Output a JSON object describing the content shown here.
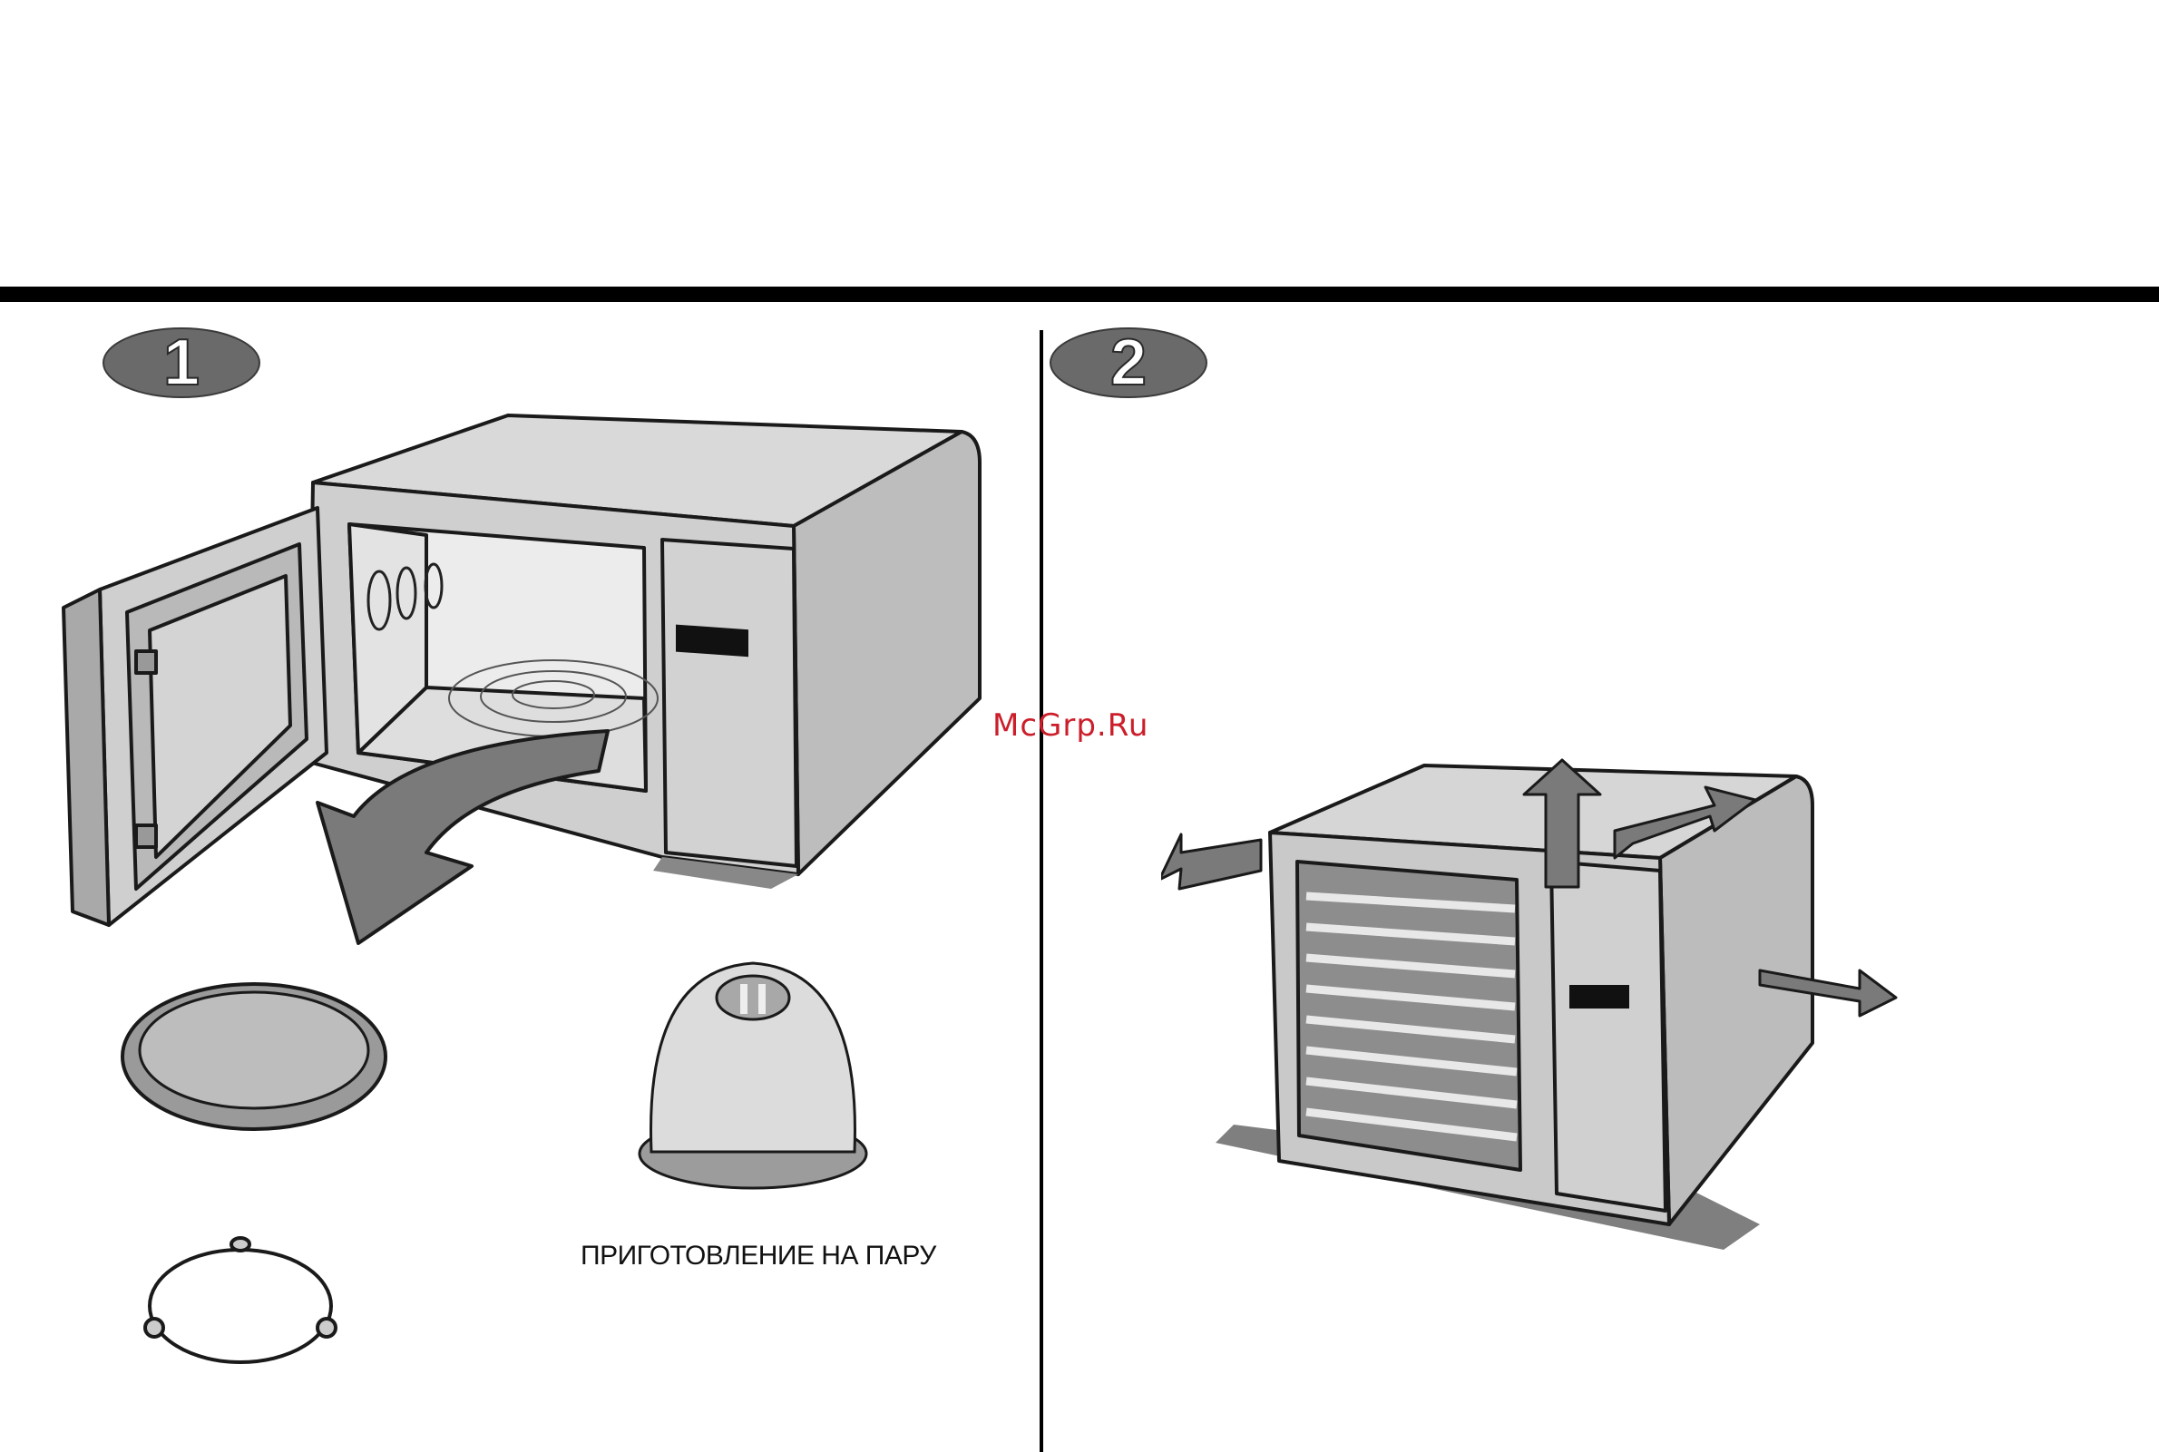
{
  "step1": {
    "number": "1"
  },
  "step2": {
    "number": "2"
  },
  "captions": {
    "steam_cooking": "ПРИГОТОВЛЕНИЕ НА ПАРУ"
  },
  "watermark": {
    "text": "McGrp.Ru"
  },
  "icons": {
    "left_microwave": "open-microwave-illustration",
    "right_microwave": "microwave-rear-ventilation-illustration",
    "glass_tray": "glass-tray-icon",
    "roller_ring": "roller-ring-icon",
    "steam_dome": "steam-dome-icon"
  },
  "colors": {
    "rule": "#000000",
    "body_gray": "#c9c9c9",
    "arrow_gray": "#7a7a7a",
    "watermark": "#cc1e2a"
  }
}
